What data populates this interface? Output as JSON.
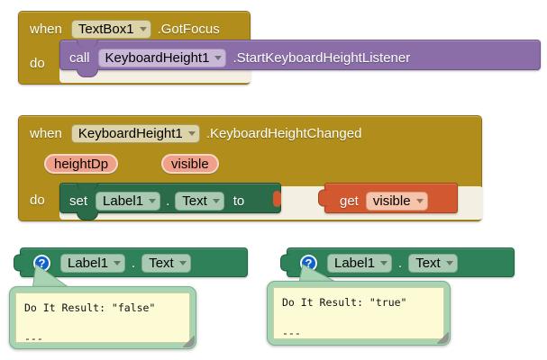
{
  "app": {
    "name": "MIT App Inventor Blocks Editor",
    "canvas_background": "#ffffff"
  },
  "palette": {
    "event_block": "#B18E1C",
    "method_call_block": "#8B6EA8",
    "setter_block": "#2B6B49",
    "variable_get_block": "#D2582F",
    "component_get_block": "#2E8159",
    "parameter_pill": "#F0A089",
    "do_it_badge": "#1260CC",
    "bubble_frame": "#A8D4B4",
    "bubble_body": "#FCFBD6"
  },
  "blocks": {
    "event_gotfocus": {
      "keyword_when": "when",
      "component": "TextBox1",
      "event_suffix": ".GotFocus",
      "keyword_do": "do",
      "body": {
        "keyword_call": "call",
        "component": "KeyboardHeight1",
        "method_suffix": ".StartKeyboardHeightListener"
      }
    },
    "event_keyboardheightchanged": {
      "keyword_when": "when",
      "component": "KeyboardHeight1",
      "event_suffix": ".KeyboardHeightChanged",
      "parameters": [
        "heightDp",
        "visible"
      ],
      "keyword_do": "do",
      "body": {
        "keyword_set": "set",
        "component": "Label1",
        "dot": ".",
        "property": "Text",
        "keyword_to": "to",
        "value": {
          "keyword_get": "get",
          "variable": "visible"
        }
      }
    },
    "getter_left": {
      "badge": "?",
      "component": "Label1",
      "dot": ".",
      "property": "Text",
      "result_bubble": "Do It Result: \"false\"\n\n---"
    },
    "getter_right": {
      "badge": "?",
      "component": "Label1",
      "dot": ".",
      "property": "Text",
      "result_bubble": "Do It Result: \"true\"\n\n---"
    }
  },
  "icons": {
    "dropdown_caret": "chevron-down-icon",
    "help_badge": "question-mark-icon",
    "resize_grip": "resize-handle-icon"
  }
}
